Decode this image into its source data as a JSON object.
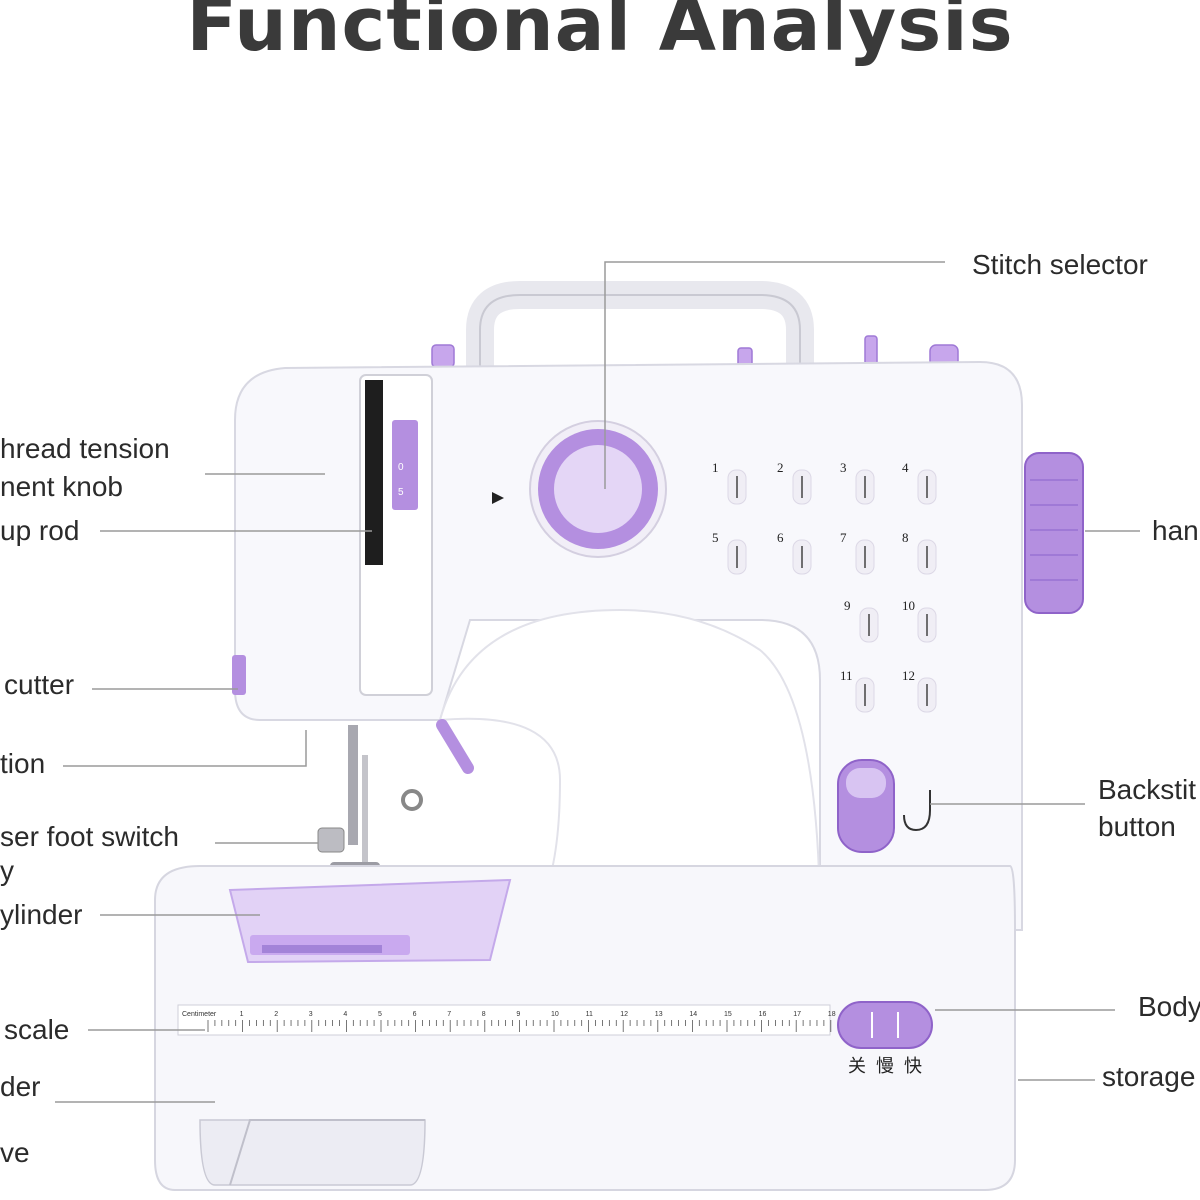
{
  "title": "Functional Analysis",
  "colors": {
    "accent": "#b48fe0",
    "accent_dark": "#8f63c9",
    "body": "#f7f7fb",
    "line": "#9a9a9a"
  },
  "labels": {
    "stitch_selector": "Stitch selector",
    "thread_tension_1": "hread tension",
    "thread_tension_2": "nent knob",
    "up_rod": "up rod",
    "cutter": "cutter",
    "tion": "tion",
    "presser_foot_1": "ser foot switch",
    "presser_foot_2": "y",
    "cylinder": "ylinder",
    "scale": "scale",
    "der_1": "der",
    "der_2": "ve",
    "hand": "han",
    "backstitch_1": "Backstit",
    "backstitch_2": "button",
    "body": "Body",
    "storage": "storage"
  },
  "machine": {
    "stitch_numbers": [
      "1",
      "2",
      "3",
      "4",
      "5",
      "6",
      "7",
      "8",
      "9",
      "10",
      "11",
      "12"
    ],
    "ruler_label": "Centimeter",
    "ruler_numbers": [
      "1",
      "2",
      "3",
      "4",
      "5",
      "6",
      "7",
      "8",
      "9",
      "10",
      "11",
      "12",
      "13",
      "14",
      "15",
      "16",
      "17",
      "18"
    ],
    "speed_labels": [
      "关",
      "慢",
      "快"
    ]
  }
}
